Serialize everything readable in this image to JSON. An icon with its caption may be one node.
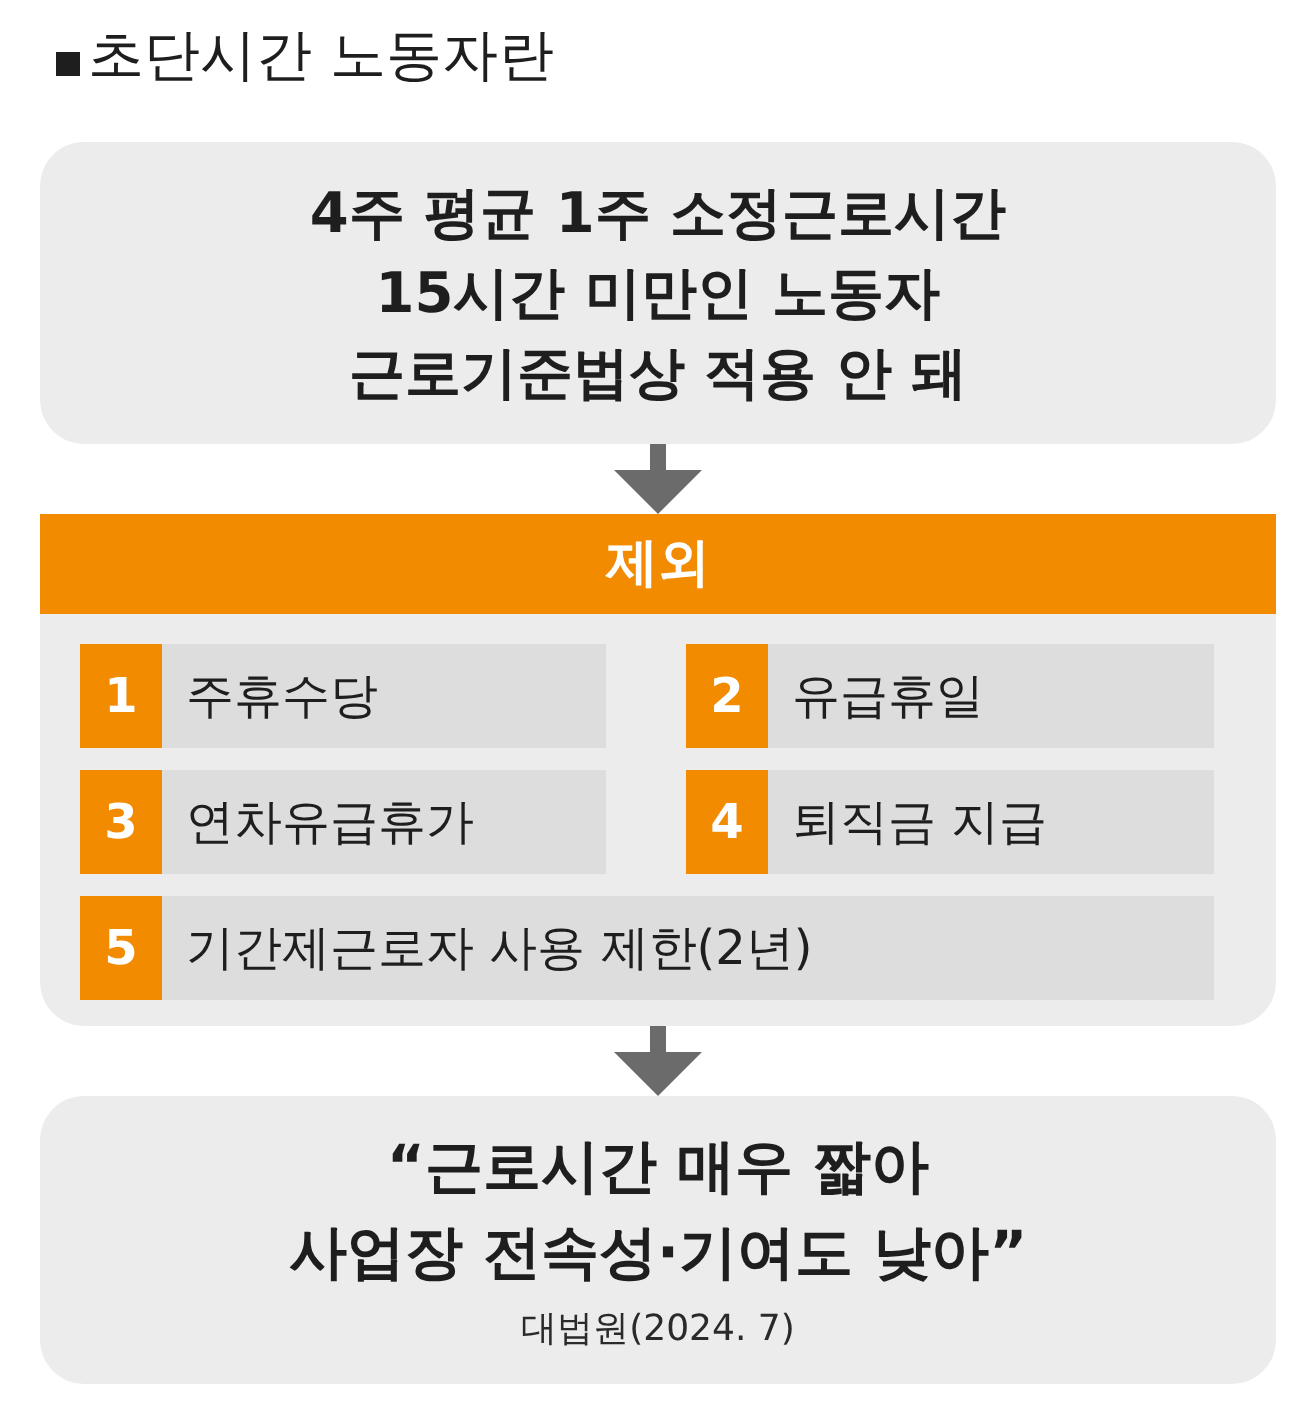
{
  "diagram": {
    "title": "초단시간 노동자란",
    "nodes": [
      {
        "text": [
          "4주 평균 1주 소정근로시간 15시간 미만인 노동자 근로기준법상 적용 안 돼"
        ]
      },
      {
        "text": [
          "제외"
        ]
      },
      {
        "text": [
          "1",
          "주휴수당"
        ],
        "in": 1
      },
      {
        "text": [
          "2",
          "유급휴일"
        ],
        "in": 1
      },
      {
        "text": [
          "3",
          "연차유급휴가"
        ],
        "in": 1
      },
      {
        "text": [
          "4",
          "퇴직금 지급"
        ],
        "in": 1
      },
      {
        "text": [
          "5",
          "기간제근로자 사용 제한(2년)"
        ],
        "in": 1
      },
      {
        "text": [
          "“근로시간 매우 짧아 사업장 전속성·기여도 낮아”",
          "대법원(2024. 7)"
        ]
      }
    ],
    "edges": [
      {
        "from": 0,
        "to": 1,
        "arrow": "to"
      },
      {
        "from": 1,
        "to": 7,
        "arrow": "to"
      }
    ]
  }
}
